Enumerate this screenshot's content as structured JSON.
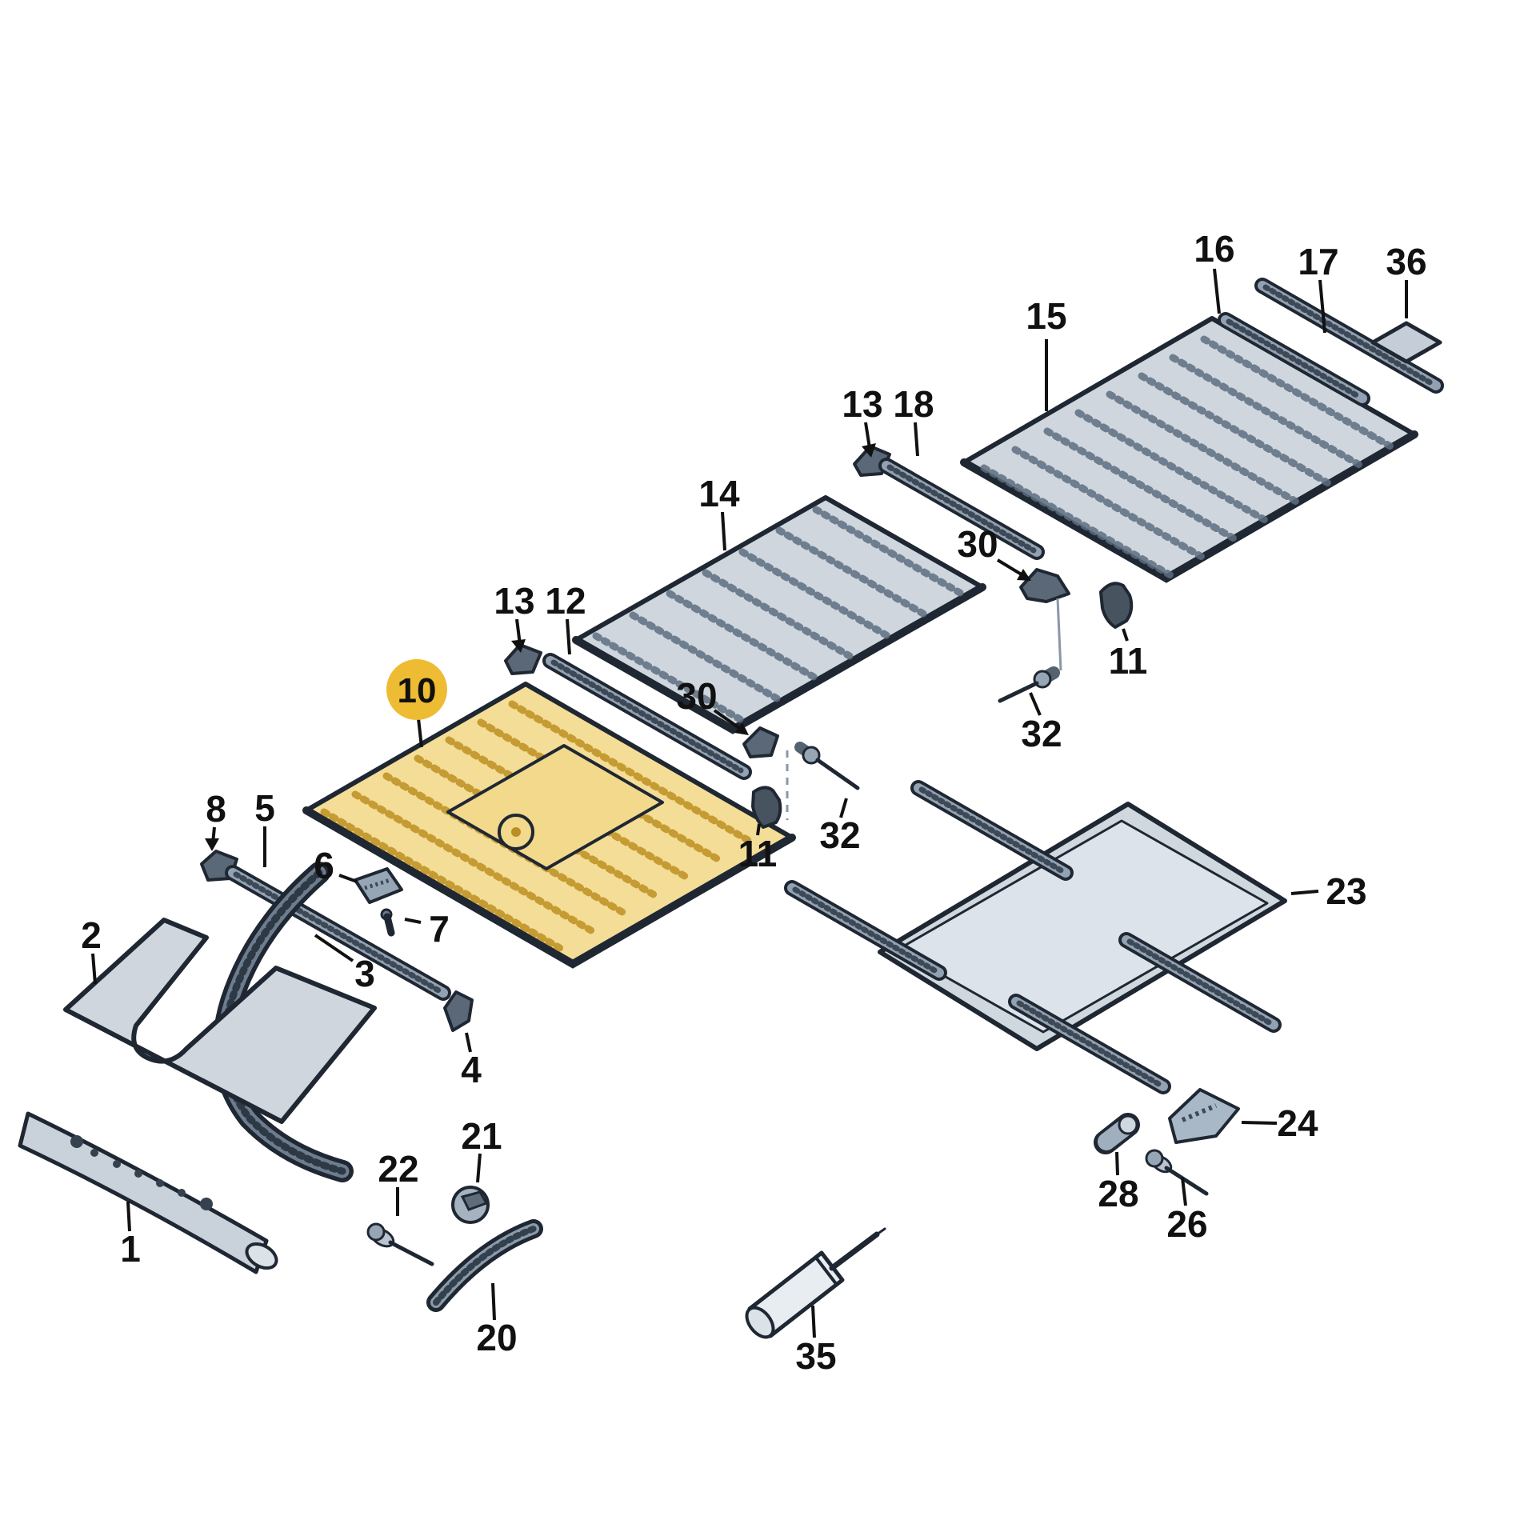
{
  "diagram": {
    "description": "Exploded parts diagram of vehicle roof panels and trim",
    "highlighted_part": "10",
    "colors": {
      "background": "#ffffff",
      "panel_fill": "#cfd6de",
      "highlight_panel_fill": "#f4dd96",
      "highlight_badge": "#eebc33",
      "outline": "#1f2733",
      "label_text": "#111111"
    },
    "labels": {
      "p1": "1",
      "p2": "2",
      "p3": "3",
      "p4": "4",
      "p5": "5",
      "p6": "6",
      "p7": "7",
      "p8": "8",
      "p10": "10",
      "p11a": "11",
      "p11b": "11",
      "p12": "12",
      "p13a": "13",
      "p13b": "13",
      "p14": "14",
      "p15": "15",
      "p16": "16",
      "p17": "17",
      "p18": "18",
      "p20": "20",
      "p21": "21",
      "p22": "22",
      "p23": "23",
      "p24": "24",
      "p26": "26",
      "p28": "28",
      "p30a": "30",
      "p30b": "30",
      "p32a": "32",
      "p32b": "32",
      "p35": "35",
      "p36": "36"
    }
  }
}
